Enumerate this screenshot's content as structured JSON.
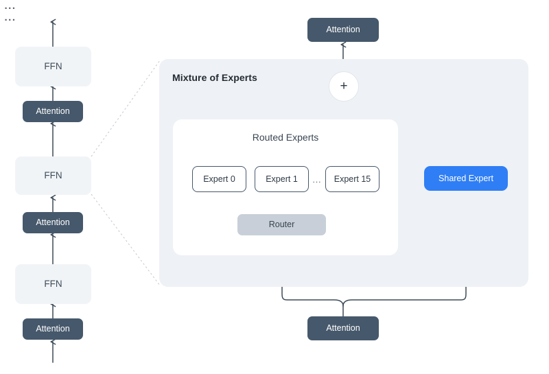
{
  "diagram": {
    "title": "Mixture of Experts transformer block diagram",
    "colors": {
      "panel_bg": "#eef1f5",
      "card_bg": "#ffffff",
      "attention_fill": "#46586b",
      "ffn_fill": "#f1f4f7",
      "router_fill": "#c8cfd8",
      "shared_expert_fill": "#2f7ef5",
      "stroke": "#3d4a57",
      "text_dark": "#2f3a45",
      "text_light": "#ffffff",
      "dashed_connector": "#c7ccd3"
    }
  },
  "left_stack": {
    "top_ellipsis": "...",
    "bottom_ellipsis": "...",
    "items": [
      {
        "label": "FFN",
        "type": "ffn"
      },
      {
        "label": "Attention",
        "type": "attention"
      },
      {
        "label": "FFN",
        "type": "ffn"
      },
      {
        "label": "Attention",
        "type": "attention"
      },
      {
        "label": "FFN",
        "type": "ffn"
      },
      {
        "label": "Attention",
        "type": "attention"
      }
    ]
  },
  "moe": {
    "title": "Mixture of Experts",
    "routed": {
      "title": "Routed Experts",
      "experts": [
        {
          "label": "Expert 0"
        },
        {
          "label": "Expert 1"
        },
        {
          "label": "Expert 15"
        }
      ],
      "ellipsis": "...",
      "router_label": "Router"
    },
    "shared_expert_label": "Shared Expert",
    "sum_symbol": "+",
    "output_attention_label": "Attention",
    "input_attention_label": "Attention"
  },
  "chart_data": {
    "type": "diagram",
    "title": "Mixture of Experts",
    "nodes": [
      "Attention (output)",
      "+ (sum)",
      "Routed Experts",
      "Expert 0",
      "Expert 1",
      "Expert 15",
      "Router",
      "Shared Expert",
      "Attention (input)"
    ],
    "edges": [
      [
        "Attention (input)",
        "Router"
      ],
      [
        "Attention (input)",
        "Shared Expert"
      ],
      [
        "Router",
        "Expert 0"
      ],
      [
        "Router",
        "Expert 1"
      ],
      [
        "Router",
        "Expert 15"
      ],
      [
        "Routed Experts",
        "+ (sum)"
      ],
      [
        "Shared Expert",
        "+ (sum)"
      ],
      [
        "+ (sum)",
        "Attention (output)"
      ]
    ]
  }
}
